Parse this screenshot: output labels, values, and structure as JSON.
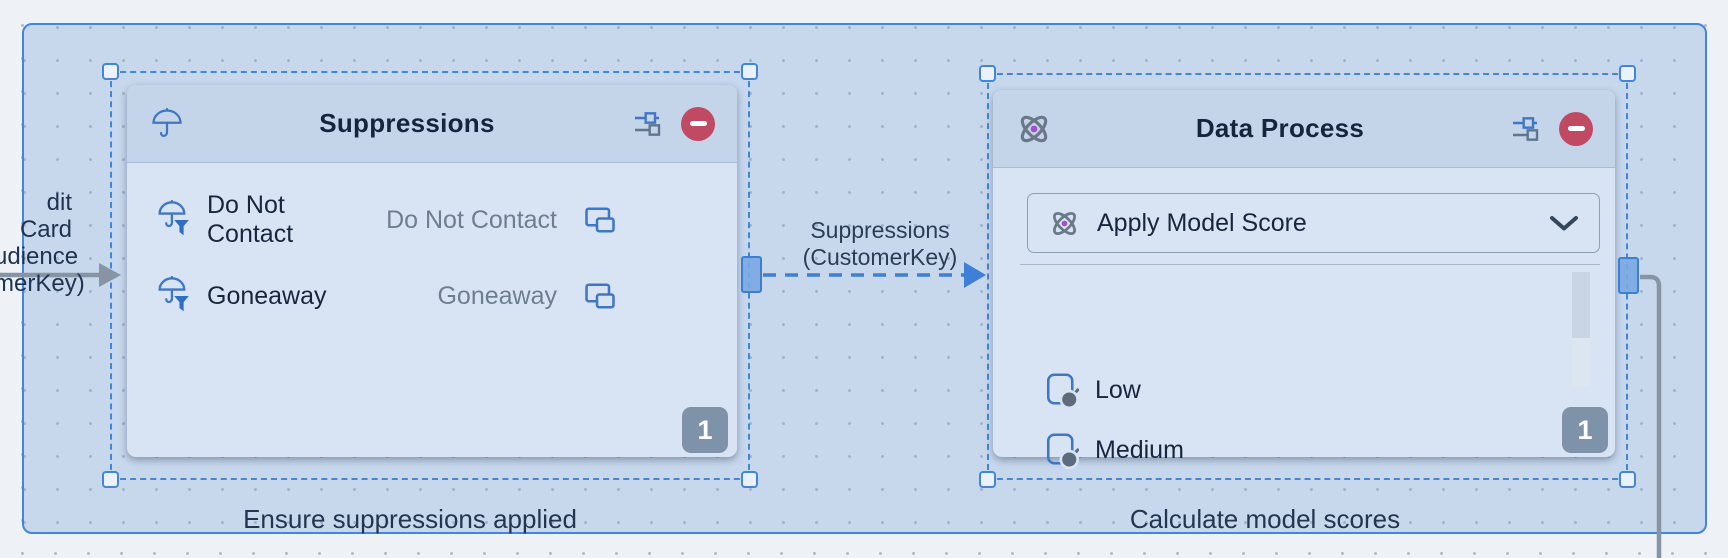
{
  "left_connector": {
    "label_lines": [
      "dit Card",
      "udience",
      "merKey)"
    ]
  },
  "connector": {
    "label_line1": "Suppressions",
    "label_line2": "(CustomerKey)"
  },
  "nodes": {
    "suppressions": {
      "title": "Suppressions",
      "icon": "umbrella-icon",
      "rows": [
        {
          "icon": "umbrella-filter-icon",
          "label": "Do Not Contact",
          "value": "Do Not Contact",
          "action_icon": "copy-icon"
        },
        {
          "icon": "umbrella-filter-icon",
          "label": "Goneaway",
          "value": "Goneaway",
          "action_icon": "copy-icon"
        }
      ],
      "badge": "1",
      "caption": "Ensure suppressions applied"
    },
    "data_process": {
      "title": "Data Process",
      "icon": "atom-icon",
      "dropdown": {
        "icon": "atom-icon",
        "value": "Apply Model Score"
      },
      "rows": [
        {
          "icon": "segment-icon",
          "label": "Low"
        },
        {
          "icon": "segment-icon",
          "label": "Medium"
        }
      ],
      "badge": "1",
      "caption": "Calculate model scores"
    }
  },
  "colors": {
    "selection_blue": "#4385da",
    "node_header": "#c4d5ea",
    "node_body": "#d8e4f3",
    "remove_red": "#c04a63",
    "badge_gray": "#7e93aa",
    "connector_gray": "#8794a3",
    "connector_blue": "#3e7fd8",
    "icon_blue": "#4077c5",
    "atom_purple": "#a050c8"
  }
}
